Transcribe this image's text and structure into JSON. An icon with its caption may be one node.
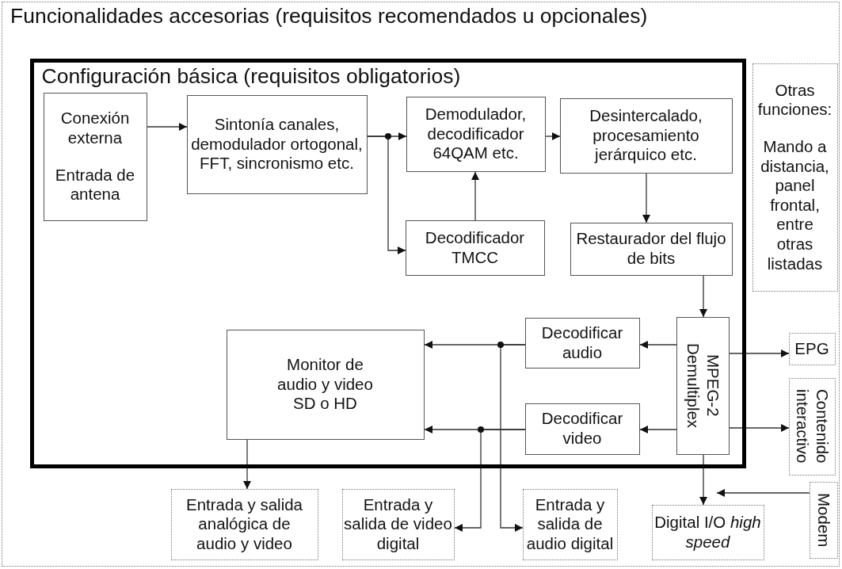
{
  "diagram": {
    "nodes": [
      {
        "text": [
          "Funcionalidades accesorias (requisitos recomendados u opcionales)"
        ]
      },
      {
        "text": [
          "Configuración básica (requisitos obligatorios)"
        ],
        "in": 0
      },
      {
        "text": [
          "Conexión externa",
          "Entrada de antena"
        ],
        "in": 1
      },
      {
        "text": [
          "Sintonía canales, demodulador ortogonal, FFT, sincronismo etc."
        ],
        "in": 1
      },
      {
        "text": [
          "Demodulador, decodificador 64QAM etc."
        ],
        "in": 1
      },
      {
        "text": [
          "Desintercalado, procesamiento jerárquico etc."
        ],
        "in": 1
      },
      {
        "text": [
          "Decodificador TMCC"
        ],
        "in": 1
      },
      {
        "text": [
          "Restaurador del flujo de bits"
        ],
        "in": 1
      },
      {
        "text": [
          "Monitor de audio y video SD o HD"
        ],
        "in": 1
      },
      {
        "text": [
          "Decodificar audio"
        ],
        "in": 1
      },
      {
        "text": [
          "Decodificar video"
        ],
        "in": 1
      },
      {
        "text": [
          "MPEG-2 Demultiplex"
        ],
        "in": 1
      },
      {
        "text": [
          "Otras funciones:",
          "Mando a distancia, panel frontal, entre otras listadas"
        ],
        "in": 0
      },
      {
        "text": [
          "EPG"
        ],
        "in": 0
      },
      {
        "text": [
          "Contenido interactivo"
        ],
        "in": 0
      },
      {
        "text": [
          "Entrada y salida analógica de audio y video"
        ],
        "in": 0
      },
      {
        "text": [
          "Entrada y salida de video digital"
        ],
        "in": 0
      },
      {
        "text": [
          "Entrada y salida de audio digital"
        ],
        "in": 0
      },
      {
        "text": [
          "Digital I/O *high speed*"
        ],
        "in": 0
      },
      {
        "text": [
          "Modem"
        ],
        "in": 0
      }
    ],
    "edges": [
      {
        "from": 2,
        "to": 3,
        "arrow": "to"
      },
      {
        "from": 3,
        "to": 4,
        "arrow": "to"
      },
      {
        "from": 3,
        "to": 6,
        "arrow": "to"
      },
      {
        "from": 6,
        "to": 4,
        "arrow": "to"
      },
      {
        "from": 4,
        "to": 5,
        "arrow": "to"
      },
      {
        "from": 5,
        "to": 7,
        "arrow": "to"
      },
      {
        "from": 7,
        "to": 11,
        "arrow": "to"
      },
      {
        "from": 11,
        "to": 9,
        "arrow": "to"
      },
      {
        "from": 11,
        "to": 10,
        "arrow": "to"
      },
      {
        "from": 9,
        "to": 8,
        "arrow": "to"
      },
      {
        "from": 9,
        "to": 17,
        "arrow": "to"
      },
      {
        "from": 10,
        "to": 8,
        "arrow": "to"
      },
      {
        "from": 10,
        "to": 16,
        "arrow": "to"
      },
      {
        "from": 8,
        "to": 15,
        "arrow": "to"
      },
      {
        "from": 11,
        "to": 13,
        "arrow": "to"
      },
      {
        "from": 11,
        "to": 14,
        "arrow": "to"
      },
      {
        "from": 11,
        "to": 18,
        "arrow": "to"
      },
      {
        "from": 19,
        "to": 18,
        "arrow": "to"
      }
    ]
  }
}
